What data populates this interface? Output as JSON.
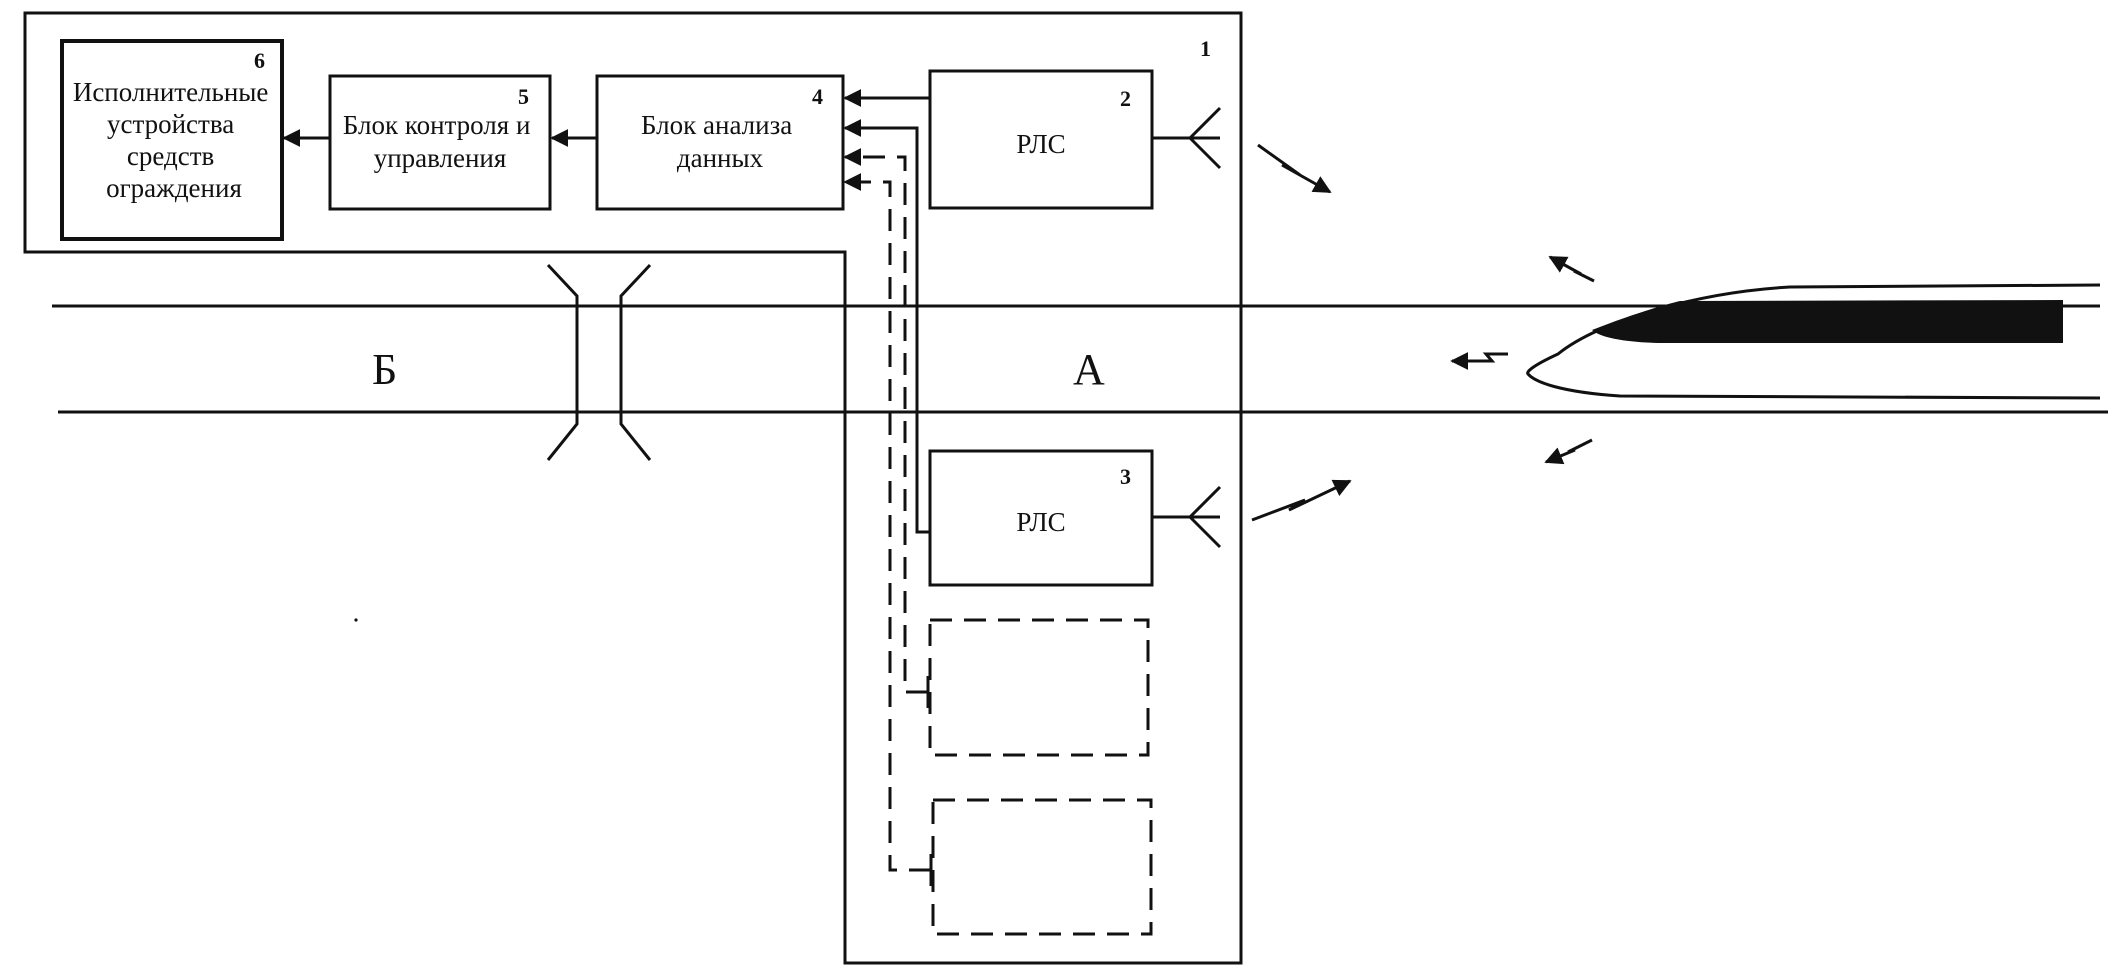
{
  "blocks": {
    "system": {
      "number": "1"
    },
    "radar_top": {
      "number": "2",
      "label": "РЛС"
    },
    "radar_bottom": {
      "number": "3",
      "label": "РЛС"
    },
    "analysis": {
      "number": "4",
      "lines": [
        "Блок анализа",
        "данных"
      ]
    },
    "control": {
      "number": "5",
      "lines": [
        "Блок контроля и",
        "управления"
      ]
    },
    "actuators": {
      "number": "6",
      "lines": [
        "Исполнительные",
        "устройства",
        "средств",
        "ограждения"
      ]
    }
  },
  "zones": {
    "left": "Б",
    "right": "А"
  },
  "colors": {
    "ink": "#111111",
    "background": "#ffffff"
  }
}
